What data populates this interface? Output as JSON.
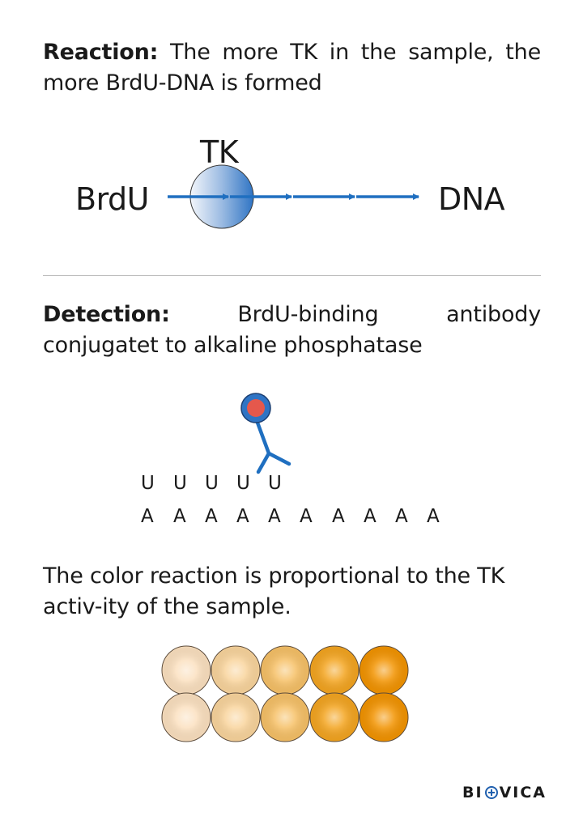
{
  "reaction": {
    "heading": "Reaction:",
    "text": " The more TK in the sample, the more BrdU-DNA is formed"
  },
  "reaction_diagram": {
    "enzyme_label": "TK",
    "substrate_label": "BrdU",
    "product_label": "DNA"
  },
  "detection": {
    "heading": "Detection:",
    "text": " BrdU-binding antibody conjugatet to alkaline phosphatase"
  },
  "strand": {
    "top_letters": [
      "U",
      "U",
      "U",
      "U",
      "U"
    ],
    "bottom_letters": [
      "A",
      "A",
      "A",
      "A",
      "A",
      "A",
      "A",
      "A",
      "A",
      "A"
    ]
  },
  "color_reaction": {
    "text": "The color reaction is proportional to the TK activ-ity of the sample.",
    "well_colors": [
      "#fbe0bf",
      "#f9d49c",
      "#f6c066",
      "#f3a41f",
      "#f29300"
    ]
  },
  "logo": {
    "part1": "BI",
    "part2": "VICA"
  },
  "colors": {
    "arrow_blue": "#1f6fc0",
    "circle_blue": "#2f74c4",
    "enzyme_red": "#e5584c"
  }
}
